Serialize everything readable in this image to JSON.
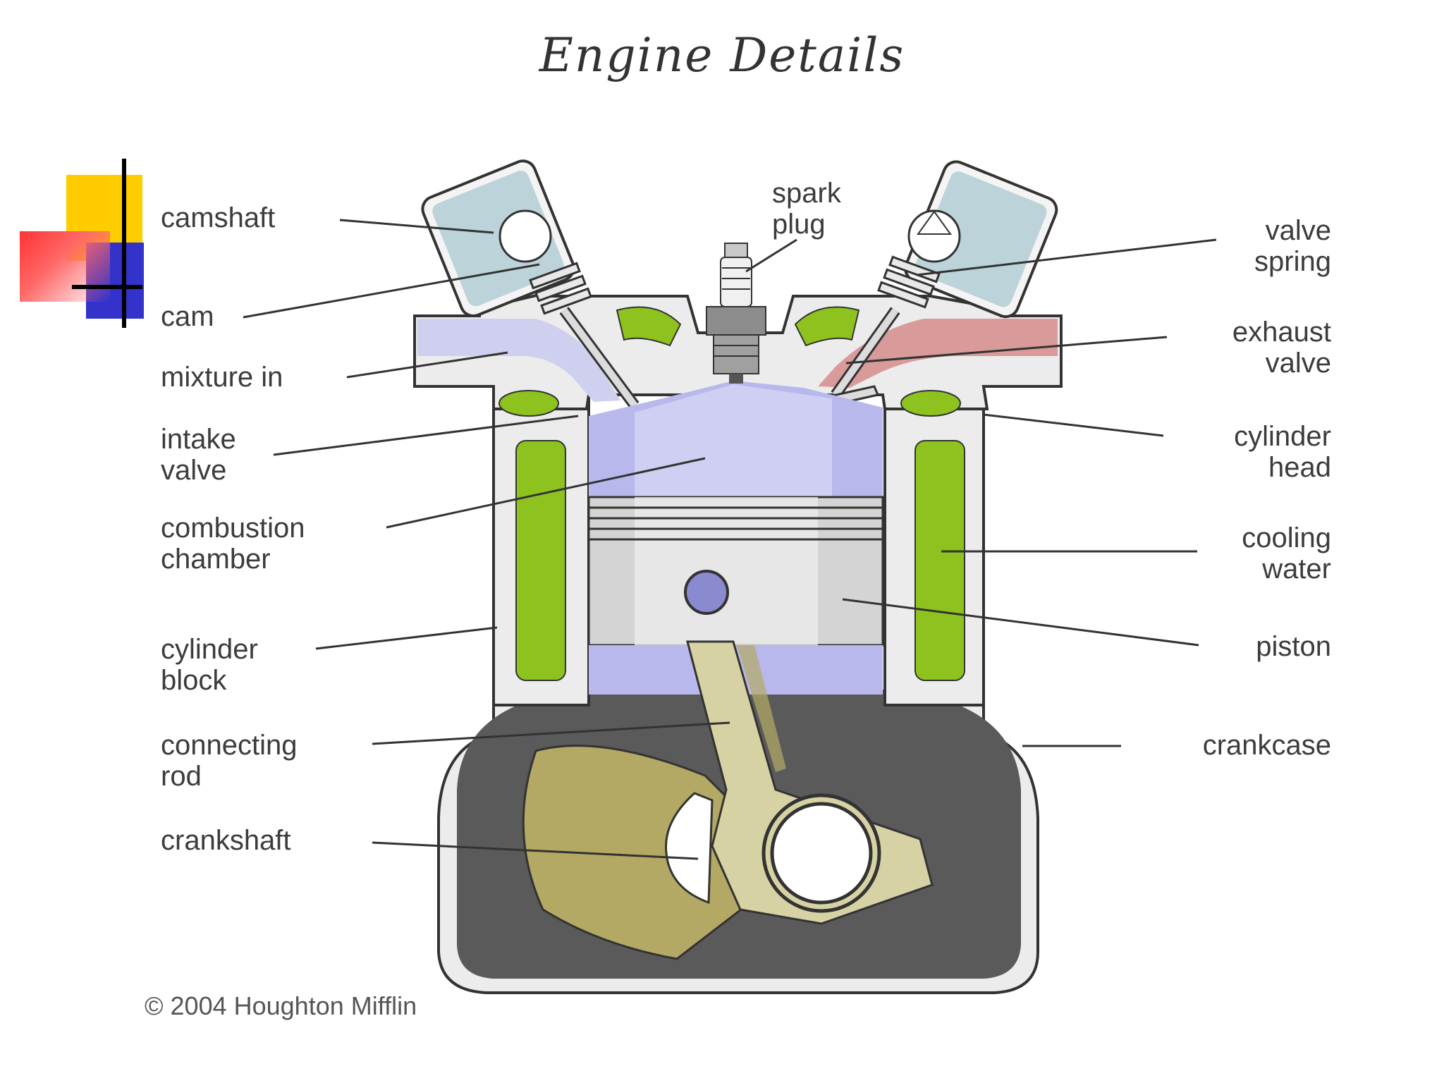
{
  "slide": {
    "title": "Engine Details"
  },
  "colors": {
    "head_fill": "#ececec",
    "valve_cover": "#bcd3da",
    "mixture": "#cfd0f0",
    "exhaust": "#d99a9a",
    "coolant": "#8dc21f",
    "chamber": "#b8b8ec",
    "piston": "#d4d4d4",
    "crankcase_oil": "#5a5a5a",
    "crank": "#b3a964",
    "rod": "#d6d2a4",
    "deco_yellow": "#ffcc00",
    "deco_blue": "#3333cc",
    "deco_red": "#ff3333"
  },
  "labels": {
    "camshaft": "camshaft",
    "cam": "cam",
    "mixture_in": "mixture in",
    "intake_valve_1": "intake",
    "intake_valve_2": "valve",
    "combustion_chamber_1": "combustion",
    "combustion_chamber_2": "chamber",
    "cylinder_block_1": "cylinder",
    "cylinder_block_2": "block",
    "connecting_rod_1": "connecting",
    "connecting_rod_2": "rod",
    "crankshaft": "crankshaft",
    "spark_plug_1": "spark",
    "spark_plug_2": "plug",
    "valve_spring_1": "valve",
    "valve_spring_2": "spring",
    "exhaust_valve_1": "exhaust",
    "exhaust_valve_2": "valve",
    "cylinder_head_1": "cylinder",
    "cylinder_head_2": "head",
    "cooling_water_1": "cooling",
    "cooling_water_2": "water",
    "piston": "piston",
    "crankcase": "crankcase"
  },
  "footer": {
    "cut_off_text": "© 2004 Houghton Mifflin"
  }
}
